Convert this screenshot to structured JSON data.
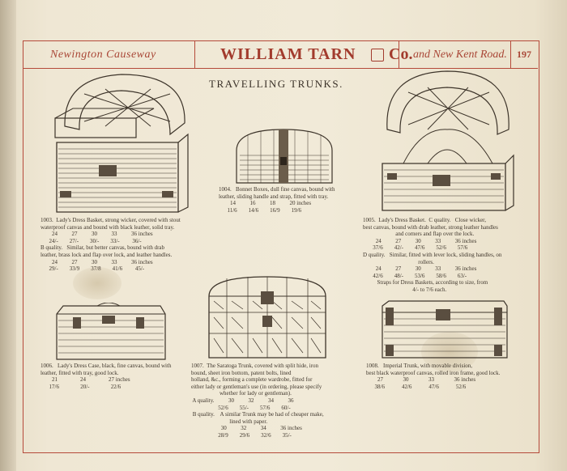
{
  "header": {
    "left": "Newington Causeway",
    "center": "WILLIAM TARN",
    "co": "Co.",
    "right": "and New Kent Road.",
    "page_number": "197"
  },
  "title": "TRAVELLING TRUNKS.",
  "items": [
    {
      "id": "1003",
      "caption": "1003.  Lady's Dress Basket, strong wicker, covered with stout\nwaterproof canvas and bound with black leather, solid tray.\n        24          27          30          33          36 inches\n      24/-        27/-        30/-        33/-         36/-\nB quality.   Similar, but better canvas, bound with drab\nleather, brass lock and flap over lock, and leather handles.\n        24          27          30          33          36 inches\n      29/-        33/9        37/8        41/6         45/-"
    },
    {
      "id": "1004",
      "caption": "1004.   Bonnet Boxes, dull fine canvas, bound with\nleather, sliding handle and strap, fitted with tray.\n        14          16          18          20 inches\n      11/6        14/6        16/9        19/6"
    },
    {
      "id": "1005",
      "caption": "1005.  Lady's Dress Basket.  C quality.   Close wicker,\nbest canvas, bound with drab leather, strong leather handles\n                       and corners and flap over the lock.\n         24          27          30          33          36 inches\n       37/6        42/-        47/6        52/6        57/6\nD quality.   Similar, fitted with lever lock, sliding handles, on\n                                       rollers.\n         24          27          30          33          36 inches\n       42/6        48/-        53/6        58/6        63/-\n          Straps for Dress Baskets, according to size, from\n                                   4/- to 7/6 each."
    },
    {
      "id": "1006",
      "caption": "1006.   Lady's Dress Case, black, fine canvas, bound with\nleather, fitted with tray, good lock.\n        21                24                27 inches\n      17/6               20/-               22/6"
    },
    {
      "id": "1007",
      "caption": "1007.  The Saratoga Trunk, covered with split hide, iron\nbound, sheet iron bottom, patent bolts, lined\nholland, &c., forming a complete wardrobe, fitted for\neither lady or gentleman's use (in ordering, please specify\n                    whether for lady or gentleman).\n A quality.          30          32          34          36\n                   52/6        55/-        57/6        60/-\n B quality.    A similar Trunk may be had of cheaper make,\n                           lined with paper.\n                     30          32          34          36 inches\n                   28/9        29/6        32/6        35/-"
    },
    {
      "id": "1008",
      "caption": "1008.   Imperial Trunk, with movable division,\nbest black waterproof canvas, rolled iron frame, good lock.\n        27              30              33              36 inches\n      38/6            42/6            47/6            52/6"
    }
  ]
}
